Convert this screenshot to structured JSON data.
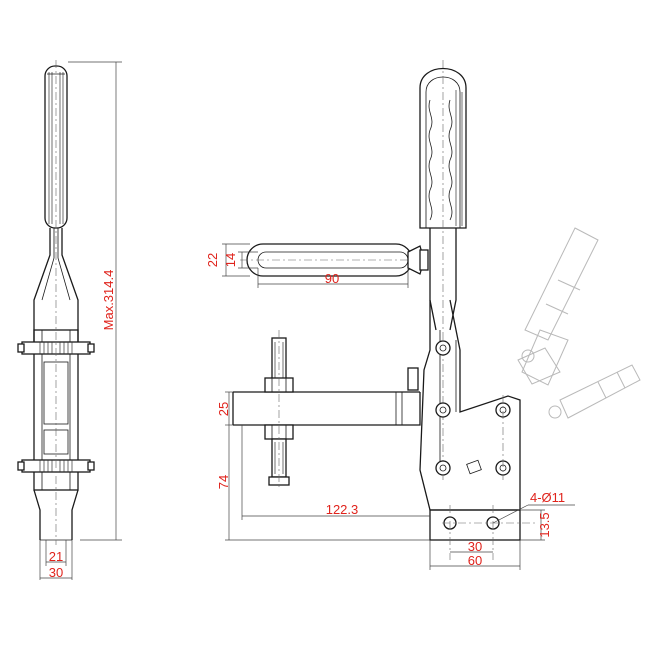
{
  "dimensions": {
    "max_height": "Max.314.4",
    "width_21": "21",
    "width_30_left": "30",
    "bar_width_22": "22",
    "slot_width_14": "14",
    "bar_length_90": "90",
    "height_25": "25",
    "height_74": "74",
    "reach_122_3": "122.3",
    "holes": "4-Ø11",
    "hole_spacing_30": "30",
    "base_width_60": "60",
    "offset_13_5": "13.5"
  },
  "colors": {
    "dimension_text": "#e0231c",
    "line": "#1a1a1a",
    "ghost_line": "#b9b9b9"
  }
}
